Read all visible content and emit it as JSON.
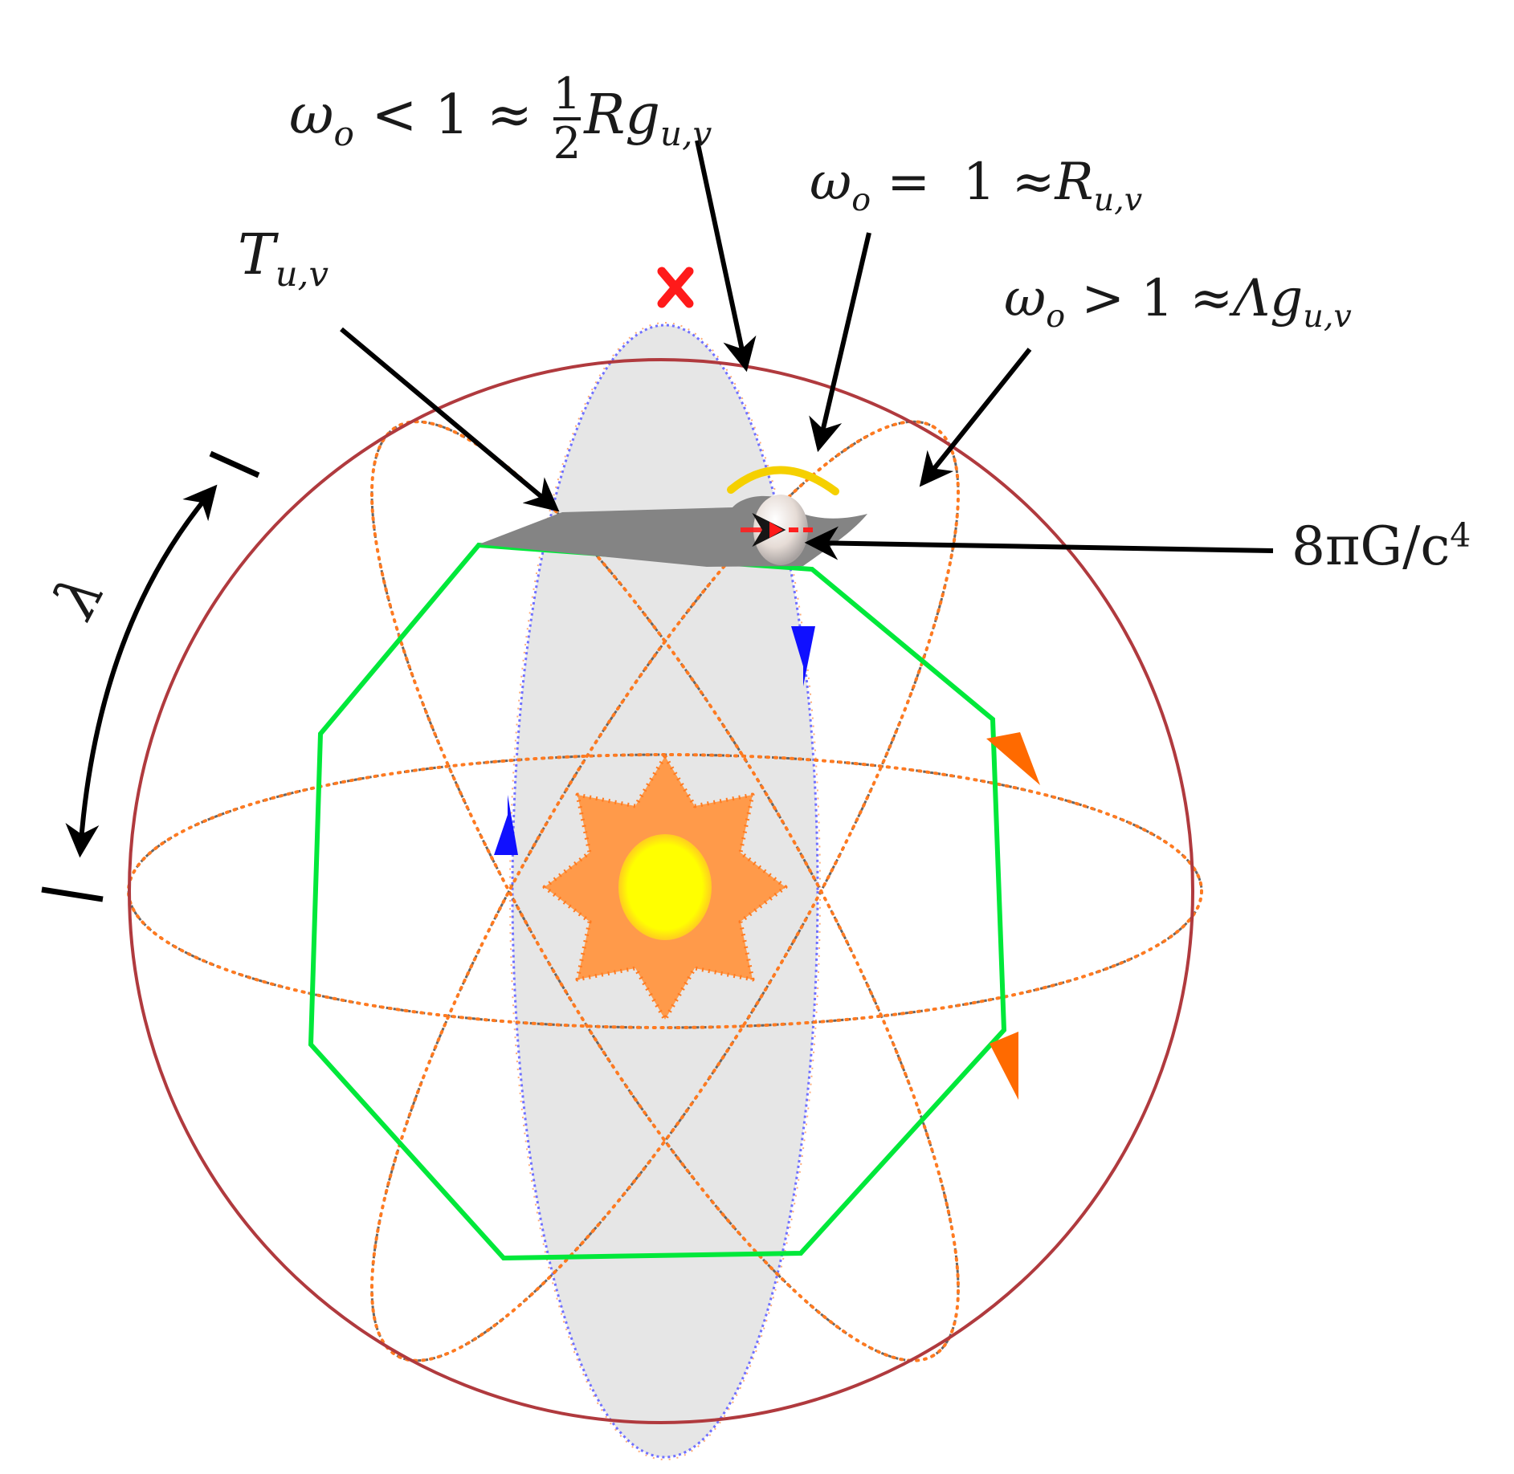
{
  "figure": {
    "kind": "orbital / field-equation conceptual diagram",
    "colors": {
      "outer_circle": "#b03a3e",
      "ellipse_fill": "#e6e6e6",
      "ellipse_outline": "#6b6bff",
      "orbit_dots_orange": "#ff7a20",
      "orbit_dots_gray": "#555555",
      "octagon": "#00e83a",
      "sun_star": "#ff9a4a",
      "sun_core": "#ffff00",
      "band": "#848484",
      "planet": "#e8e0dc",
      "halo": "#f5d000",
      "marker_x": "#ff1a1a",
      "blue_arrow": "#1010ff",
      "orange_arrow": "#ff6a00",
      "leader_arrow": "#000000"
    }
  },
  "labels": {
    "omega_lt": {
      "symbol": "ω",
      "subscript": "o",
      "relation": "<",
      "value": "1",
      "approx": "≈",
      "frac_num": "1",
      "frac_den": "2",
      "tail": "Rg",
      "tail_sub": "u,v"
    },
    "omega_eq": {
      "symbol": "ω",
      "subscript": "o",
      "relation": "=",
      "value": "1",
      "approx": "≈",
      "tail": "R",
      "tail_sub": "u,v"
    },
    "omega_gt": {
      "symbol": "ω",
      "subscript": "o",
      "relation": ">",
      "value": "1",
      "approx": "≈",
      "tail": "Λg",
      "tail_sub": "u,v"
    },
    "stress_energy": {
      "symbol": "T",
      "subscript": "u,v"
    },
    "coupling": {
      "text": "8πG/c",
      "superscript": "4"
    },
    "wavelength": {
      "symbol": "λ"
    },
    "marker": {
      "text": "x"
    }
  }
}
